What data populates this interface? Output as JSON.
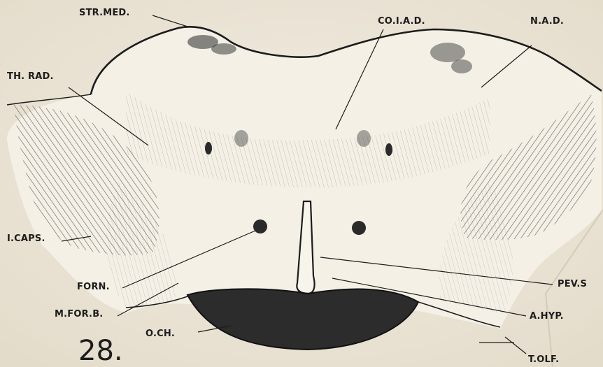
{
  "figure_number": "28.",
  "labels": {
    "str_med": "STR.MED.",
    "co_iad": "CO.I.A.D.",
    "nad": "N.A.D.",
    "th_rad": "TH. RAD.",
    "i_caps": "I.CAPS.",
    "forn": "FORN.",
    "mforb": "M.FOR.B.",
    "och": "O.CH.",
    "pevs": "PEV.S",
    "ahyp": "A.HYP.",
    "tolf": "T.OLF."
  }
}
